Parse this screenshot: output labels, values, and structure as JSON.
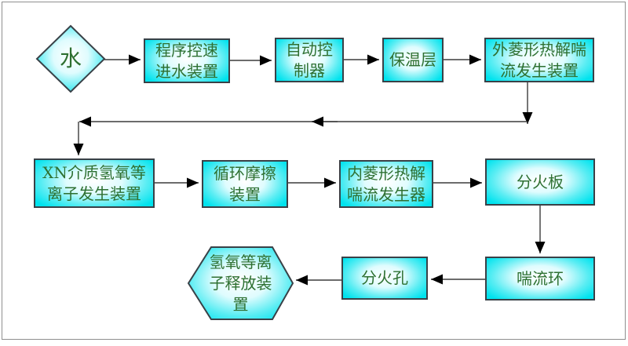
{
  "diagram": {
    "type": "flowchart",
    "nodes": [
      {
        "id": "water",
        "shape": "diamond",
        "label": "水"
      },
      {
        "id": "program-speed-inlet",
        "shape": "rect",
        "label": "程序控速\n进水装置"
      },
      {
        "id": "auto-controller",
        "shape": "rect",
        "label": "自动控\n制器"
      },
      {
        "id": "insulation-layer",
        "shape": "rect",
        "label": "保温层"
      },
      {
        "id": "outer-rhombus-pyrolysis",
        "shape": "rect",
        "label": "外菱形热解喘\n流发生装置"
      },
      {
        "id": "xn-medium-ion-generator",
        "shape": "rect",
        "label": "XN介质氢氧等\n离子发生装置"
      },
      {
        "id": "cyclic-friction-device",
        "shape": "rect",
        "label": "循环摩擦\n装置"
      },
      {
        "id": "inner-rhombus-pyrolysis",
        "shape": "rect",
        "label": "内菱形热解\n喘流发生器"
      },
      {
        "id": "fire-divider-plate",
        "shape": "rect",
        "label": "分火板"
      },
      {
        "id": "surge-flow-ring",
        "shape": "rect",
        "label": "喘流环"
      },
      {
        "id": "fire-divider-holes",
        "shape": "rect",
        "label": "分火孔"
      },
      {
        "id": "ion-release-device",
        "shape": "hexagon",
        "label": "氢氧等离\n子释放装\n置"
      }
    ],
    "edges": [
      "水 → 程序控速进水装置",
      "程序控速进水装置 → 自动控制器",
      "自动控制器 → 保温层",
      "保温层 → 外菱形热解喘流发生装置",
      "外菱形热解喘流发生装置 → XN介质氢氧等离子发生装置",
      "XN介质氢氧等离子发生装置 → 循环摩擦装置",
      "循环摩擦装置 → 内菱形热解喘流发生器",
      "内菱形热解喘流发生器 → 分火板",
      "分火板 → 喘流环",
      "喘流环 → 分火孔",
      "分火孔 → 氢氧等离子释放装置"
    ],
    "colors": {
      "node_fill_edge": "#00e3ee",
      "node_fill_center": "#ffffff",
      "node_border": "#394147",
      "text": "#2e7031",
      "connector": "#3c3c3c",
      "arrowhead": "#000000",
      "frame_border": "#8f8f8f"
    }
  }
}
